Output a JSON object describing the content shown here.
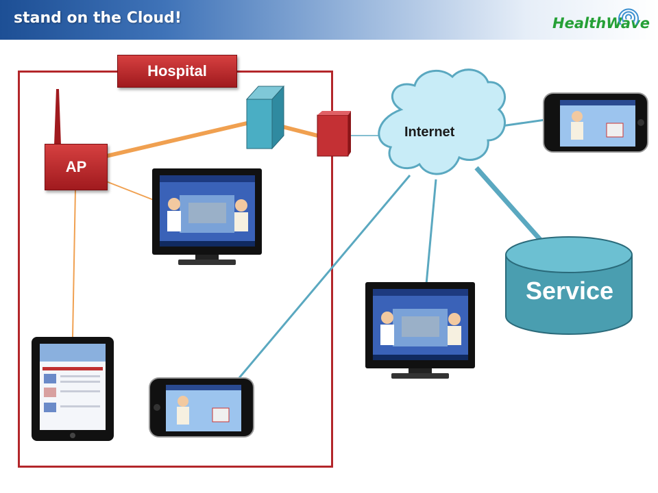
{
  "header": {
    "title": "stand on the Cloud!",
    "logo_part1": "Health",
    "logo_part2": "Wave"
  },
  "diagram": {
    "hospital_label": "Hospital",
    "ap_label": "AP",
    "internet_label": "Internet",
    "service_label": "Service"
  },
  "colors": {
    "frame": "#b3262a",
    "wired_link": "#f0a050",
    "wireless_link": "#5aa8c0",
    "cloud_fill": "#c8ecf7",
    "service_fill": "#4a9eb0"
  }
}
